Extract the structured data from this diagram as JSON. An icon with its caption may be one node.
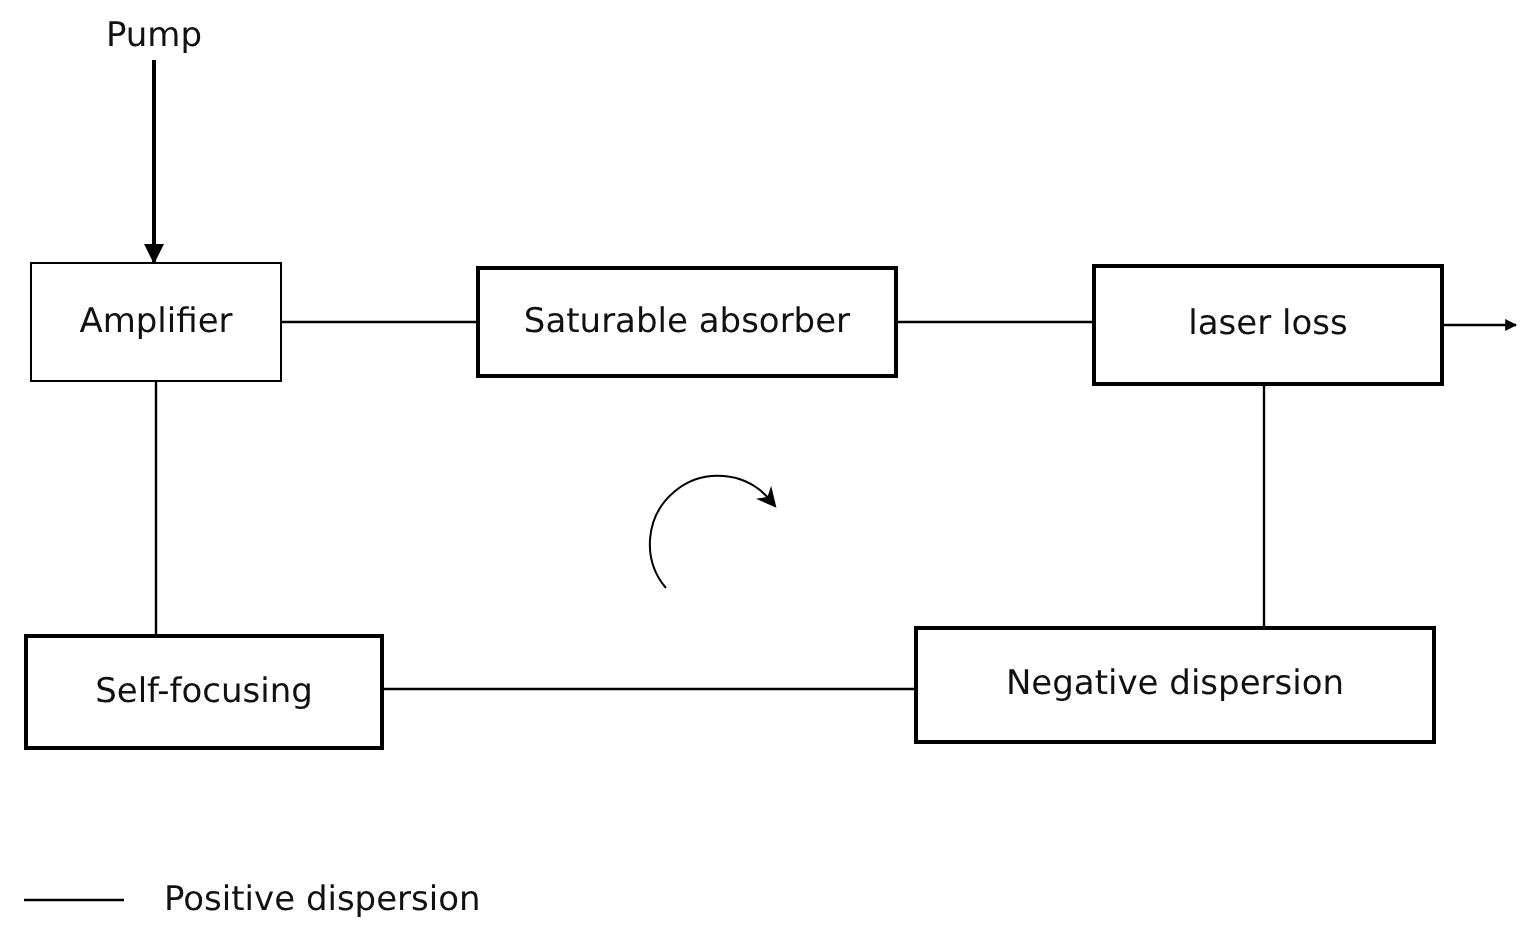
{
  "diagram": {
    "nodes": [
      {
        "text": [
          "Pump"
        ]
      },
      {
        "text": [
          "Amplifier"
        ]
      },
      {
        "text": [
          "Saturable absorber"
        ]
      },
      {
        "text": [
          "laser loss"
        ]
      },
      {
        "text": [
          "Self-focusing"
        ]
      },
      {
        "text": [
          "Negative dispersion"
        ]
      }
    ],
    "edges": [
      {
        "from": 0,
        "to": 1,
        "arrow": "to"
      },
      {
        "from": 1,
        "to": 2,
        "arrow": "none"
      },
      {
        "from": 2,
        "to": 3,
        "arrow": "none"
      },
      {
        "from": 3,
        "to": null,
        "arrow": "to"
      },
      {
        "from": 3,
        "to": 5,
        "arrow": "none"
      },
      {
        "from": 5,
        "to": 4,
        "arrow": "none"
      },
      {
        "from": 1,
        "to": 4,
        "arrow": "none"
      }
    ],
    "legend": [
      {
        "text": "Positive dispersion"
      }
    ]
  }
}
